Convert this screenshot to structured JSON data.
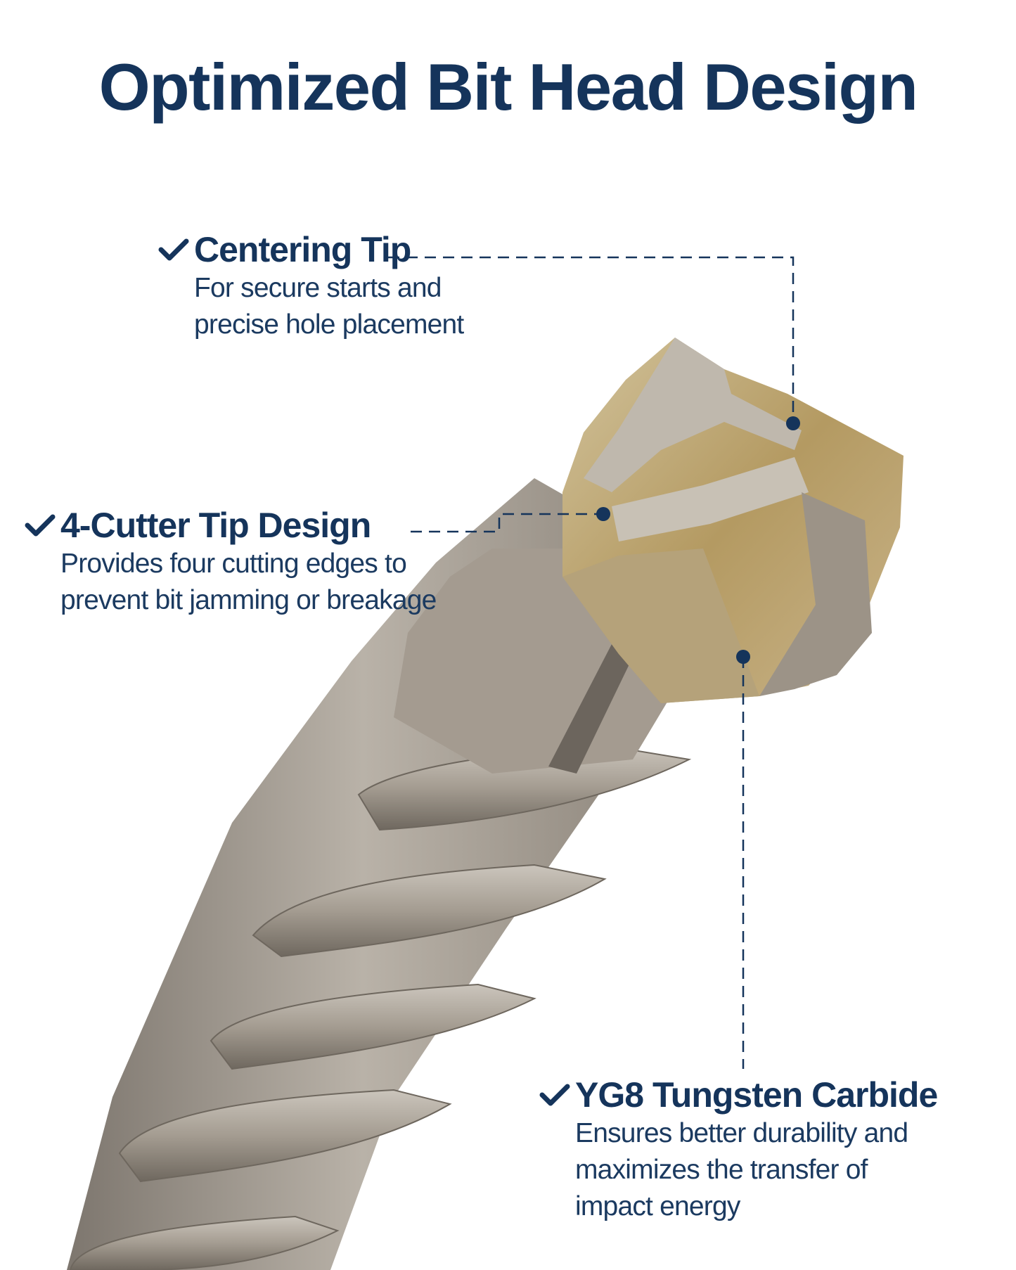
{
  "title": "Optimized Bit Head Design",
  "colors": {
    "navy": "#15345b",
    "steel": "#9c948a",
    "carbide_gold": "#b59d6a",
    "background": "#ffffff"
  },
  "callouts": [
    {
      "icon": "checkmark-icon",
      "heading": "Centering Tip",
      "description_lines": [
        "For secure starts and",
        "precise hole placement"
      ]
    },
    {
      "icon": "checkmark-icon",
      "heading": "4-Cutter Tip Design",
      "description_lines": [
        "Provides four cutting edges to",
        "prevent bit jamming or breakage"
      ]
    },
    {
      "icon": "checkmark-icon",
      "heading": "YG8 Tungsten Carbide",
      "description_lines": [
        "Ensures better durability and",
        "maximizes the transfer of",
        "impact energy"
      ]
    }
  ]
}
